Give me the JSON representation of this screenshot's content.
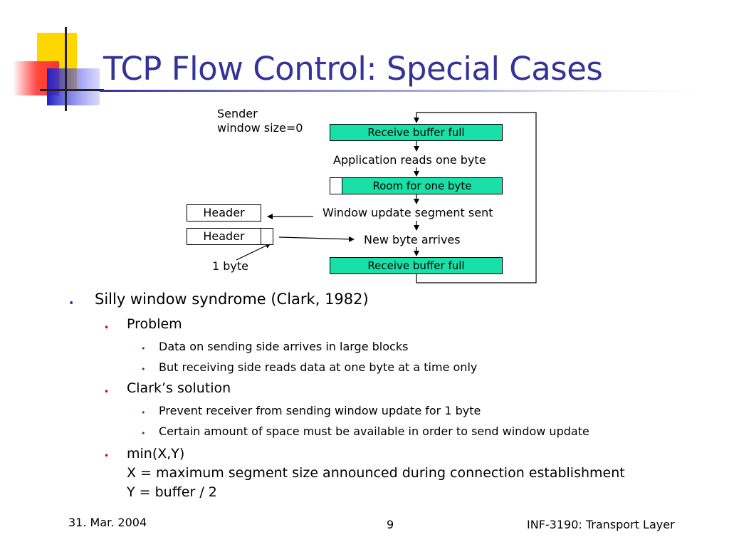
{
  "slide": {
    "title": "TCP Flow Control: Special Cases",
    "diagram": {
      "sender_label_line1": "Sender",
      "sender_label_line2": "window size=0",
      "box_receive_full_top": "Receive buffer full",
      "step_app_reads": "Application reads one byte",
      "box_room_one_byte": "Room for one byte",
      "step_window_update": "Window update segment sent",
      "step_new_byte": "New byte arrives",
      "box_receive_full_bottom": "Receive buffer full",
      "header_upper": "Header",
      "header_lower": "Header",
      "one_byte_label": "1 byte"
    },
    "bullets": {
      "b1": "Silly window syndrome (Clark, 1982)",
      "b1_1": "Problem",
      "b1_1_1": "Data on sending side arrives in large blocks",
      "b1_1_2": "But receiving side reads data at one byte at a time only",
      "b1_2": "Clark’s solution",
      "b1_2_1": "Prevent receiver from sending window update for 1 byte",
      "b1_2_2": "Certain amount of space must be available in order to send window update",
      "b1_3_line1": "min(X,Y)",
      "b1_3_line2": "X = maximum segment size announced during connection establishment",
      "b1_3_line3": "Y = buffer / 2"
    },
    "footer": {
      "date": "31. Mar. 2004",
      "page": "9",
      "course": "INF-3190: Transport Layer"
    },
    "colors": {
      "title": "#333399",
      "box_fill": "#19e0a8",
      "deco_yellow": "#ffd700",
      "deco_red": "#ff4d4d",
      "deco_blue": "#4040d0"
    }
  }
}
